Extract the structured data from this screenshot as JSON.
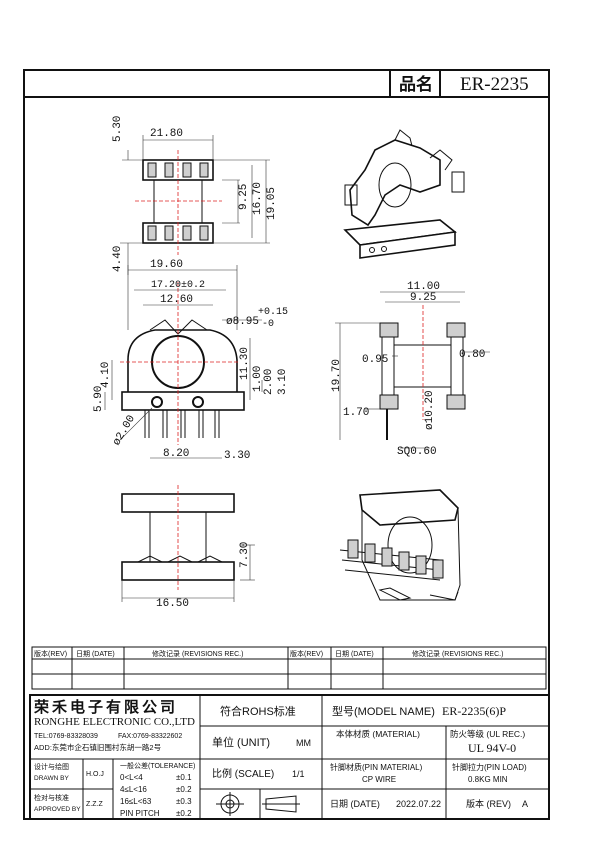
{
  "title": {
    "label": "品名",
    "part_no": "ER-2235"
  },
  "dims": {
    "top_left": [
      "5.30",
      "21.80",
      "9.25",
      "16.70",
      "19.05",
      "4.40"
    ],
    "front": [
      "19.60",
      "17.20±0.2",
      "12.60",
      "ø8.95",
      "+0.15",
      "-0",
      "11.30",
      "1.00",
      "2.00",
      "3.10",
      "4.10",
      "5.90",
      "ø2.00",
      "8.20",
      "3.30"
    ],
    "side": [
      "11.00",
      "9.25",
      "0.95",
      "0.80",
      "19.70",
      "1.70",
      "ø10.20",
      "SQ0.60"
    ],
    "bottom": [
      "7.30",
      "16.50"
    ]
  },
  "revision_table": {
    "headers": [
      "版本(REV)",
      "日期 (DATE)",
      "修改记录 (REVISIONS REC.)",
      "版本(REV)",
      "日期 (DATE)",
      "修改记录 (REVISIONS REC.)"
    ]
  },
  "company": {
    "name_cn": "荣禾电子有限公司",
    "name_en": "RONGHE ELECTRONIC CO.,LTD",
    "tel": "TEL:0769-83328039",
    "fax": "FAX:0769-83322602",
    "addr": "ADD:东莞市企石镇旧围村东胡一路2号"
  },
  "title_block": {
    "rohs": "符合ROHS标准",
    "model_label": "型号(MODEL NAME)",
    "model_value": "ER-2235(6)P",
    "unit_label": "单位 (UNIT)",
    "unit_value": "MM",
    "material_label": "本体材质 (MATERIAL)",
    "flame_label": "防火等级 (UL REC.)",
    "flame_value": "UL 94V-0",
    "drawn_label": "设计与绘图",
    "drawn_label_en": "DRAWN BY",
    "drawn_value": "H.O.J",
    "approved_label": "检对与核准",
    "approved_label_en": "APPROVED BY",
    "approved_value": "Z.Z.Z",
    "tol_title": "一般公差(TOLERANCE)",
    "tol_rows": [
      {
        "range": "0<L<4",
        "val": "±0.1"
      },
      {
        "range": "4≤L<16",
        "val": "±0.2"
      },
      {
        "range": "16≤L<63",
        "val": "±0.3"
      },
      {
        "range": "PIN PITCH",
        "val": "±0.2"
      }
    ],
    "scale_label": "比例 (SCALE)",
    "scale_value": "1/1",
    "pin_material_label": "针脚材质(PIN MATERIAL)",
    "pin_material_value": "CP WIRE",
    "pin_load_label": "针脚拉力(PIN LOAD)",
    "pin_load_value": "0.8KG MIN",
    "date_label": "日期 (DATE)",
    "date_value": "2022.07.22",
    "rev_label": "版本 (REV)",
    "rev_value": "A"
  }
}
